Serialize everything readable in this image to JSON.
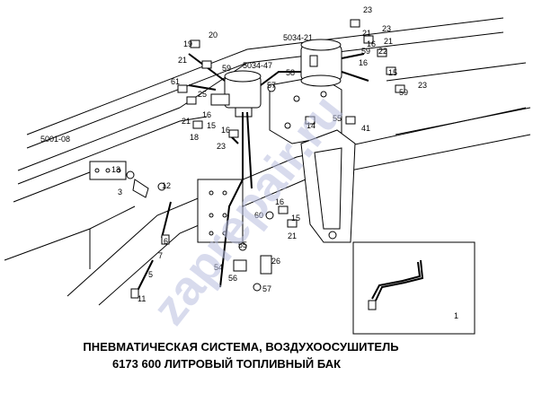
{
  "diagram": {
    "caption_line1": "ПНЕВМАТИЧЕСКАЯ СИСТЕМА, ВОЗДУХООСУШИТЕЛЬ",
    "caption_line2": "6173  600 ЛИТРОВЫЙ ТОПЛИВНЫЙ БАК",
    "watermark": "zaprepair.ru",
    "inset_label": "1",
    "callouts": [
      {
        "id": "c23a",
        "text": "23"
      },
      {
        "id": "c21a",
        "text": "21"
      },
      {
        "id": "c5034-21",
        "text": "5034-21"
      },
      {
        "id": "c20",
        "text": "20"
      },
      {
        "id": "c19",
        "text": "19"
      },
      {
        "id": "c23b",
        "text": "23"
      },
      {
        "id": "c16a",
        "text": "16"
      },
      {
        "id": "c21b",
        "text": "21"
      },
      {
        "id": "c59a",
        "text": "59"
      },
      {
        "id": "c22",
        "text": "22"
      },
      {
        "id": "c21c",
        "text": "21"
      },
      {
        "id": "c59b",
        "text": "59"
      },
      {
        "id": "c5034-47",
        "text": "5034-47"
      },
      {
        "id": "c16b",
        "text": "16"
      },
      {
        "id": "c15a",
        "text": "15"
      },
      {
        "id": "c58",
        "text": "58"
      },
      {
        "id": "c61",
        "text": "61"
      },
      {
        "id": "c59c",
        "text": "59"
      },
      {
        "id": "c23c",
        "text": "23"
      },
      {
        "id": "c57a",
        "text": "57"
      },
      {
        "id": "c25",
        "text": "25"
      },
      {
        "id": "c21d",
        "text": "21"
      },
      {
        "id": "c16c",
        "text": "16"
      },
      {
        "id": "c15b",
        "text": "15"
      },
      {
        "id": "c55a",
        "text": "55"
      },
      {
        "id": "c18",
        "text": "18"
      },
      {
        "id": "c14",
        "text": "14"
      },
      {
        "id": "c41",
        "text": "41"
      },
      {
        "id": "c16d",
        "text": "16"
      },
      {
        "id": "c23d",
        "text": "23"
      },
      {
        "id": "c5001-08",
        "text": "5001-08"
      },
      {
        "id": "c13",
        "text": "13"
      },
      {
        "id": "c12",
        "text": "12"
      },
      {
        "id": "c3",
        "text": "3"
      },
      {
        "id": "c16e",
        "text": "16"
      },
      {
        "id": "c60",
        "text": "60"
      },
      {
        "id": "c15c",
        "text": "15"
      },
      {
        "id": "c21e",
        "text": "21"
      },
      {
        "id": "c6",
        "text": "6"
      },
      {
        "id": "c7",
        "text": "7"
      },
      {
        "id": "c55b",
        "text": "55"
      },
      {
        "id": "c26",
        "text": "26"
      },
      {
        "id": "c54",
        "text": "54"
      },
      {
        "id": "c56",
        "text": "56"
      },
      {
        "id": "c5",
        "text": "5"
      },
      {
        "id": "c57b",
        "text": "57"
      },
      {
        "id": "c11",
        "text": "11"
      }
    ]
  }
}
